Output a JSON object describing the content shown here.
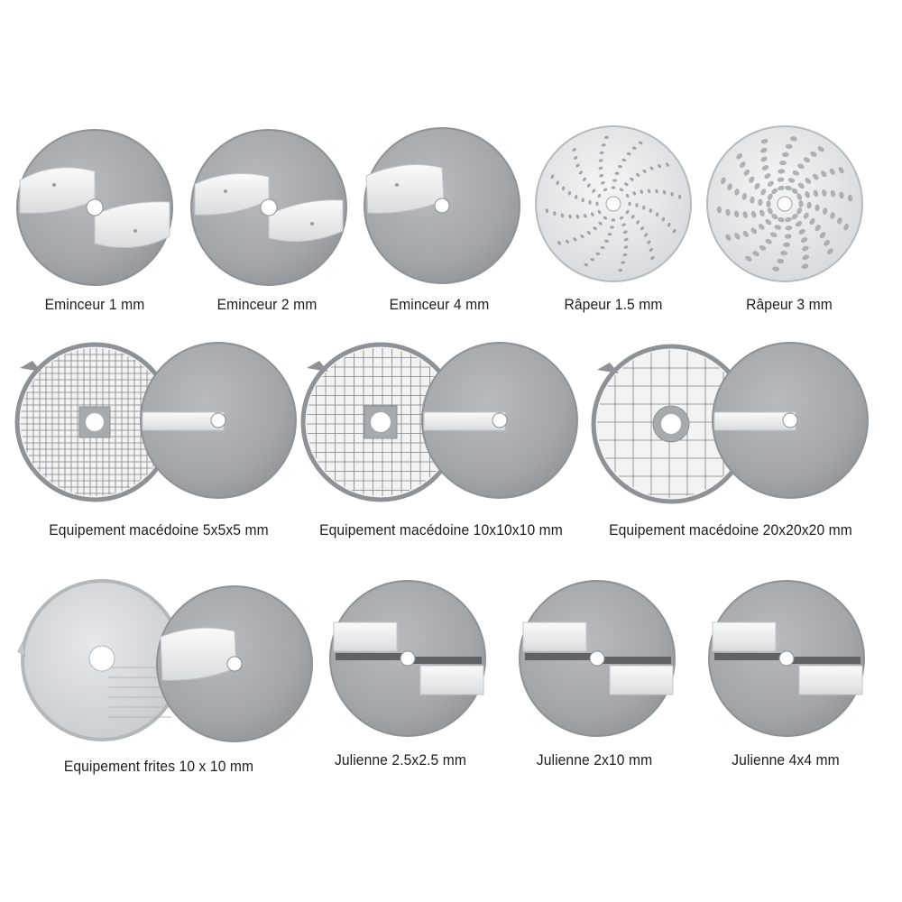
{
  "labels": {
    "emince1": "Eminceur 1 mm",
    "emince2": "Eminceur 2 mm",
    "emince4": "Eminceur 4 mm",
    "rap15": "Râpeur 1.5 mm",
    "rap3": "Râpeur 3 mm",
    "mac5": "Equipement macédoine 5x5x5 mm",
    "mac10": "Equipement macédoine 10x10x10 mm",
    "mac20": "Equipement macédoine 20x20x20 mm",
    "frites": "Equipement frites 10 x 10  mm",
    "jul25": "Julienne 2.5x2.5 mm",
    "jul210": "Julienne 2x10 mm",
    "jul44": "Julienne 4x4 mm"
  },
  "colors": {
    "disc_fill": "#a7aaad",
    "disc_rim": "#8e9195",
    "blade": "#eceeef",
    "grid_bg": "#f3f3f3",
    "grid_line": "#7e8186",
    "grater": "#e4e6e8",
    "text": "#1d1d1d"
  }
}
